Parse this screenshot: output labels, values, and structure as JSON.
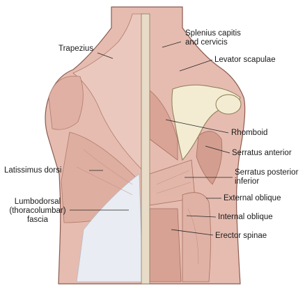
{
  "labels": {
    "trapezius": "Trapezius",
    "splenius_line1": "Splenius capitis",
    "splenius_line2": "and cervicis",
    "levator_scapulae": "Levator scapulae",
    "rhomboid": "Rhomboid",
    "serratus_anterior": "Serratus anterior",
    "latissimus_dorsi": "Latissimus dorsi",
    "serratus_posterior_line1": "Serratus posterior",
    "serratus_posterior_line2": "inferior",
    "external_oblique": "External oblique",
    "lumbodorsal_line1": "Lumbodorsal",
    "lumbodorsal_line2": "(thoracolumbar)",
    "lumbodorsal_line3": "fascia",
    "internal_oblique": "Internal oblique",
    "erector_spinae": "Erector spinae"
  },
  "colors": {
    "muscle_fill": "#e6bcb0",
    "muscle_dark": "#d39e90",
    "fascia": "#e9ecf2",
    "bone": "#f3ecd2",
    "outline": "#8a5a50",
    "leader": "#222222"
  }
}
